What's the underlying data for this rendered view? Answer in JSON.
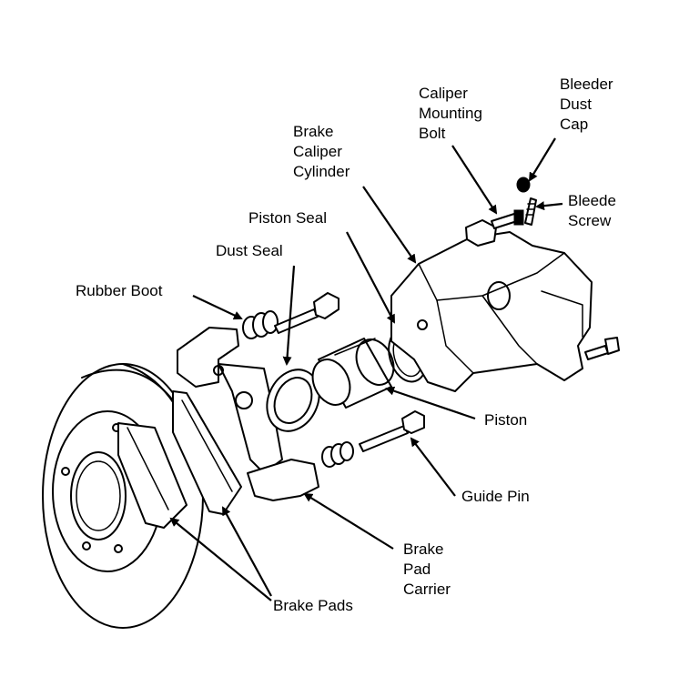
{
  "labels": {
    "bleeder_dust_cap": [
      "Bleeder",
      "Dust",
      "Cap"
    ],
    "caliper_mounting_bolt": [
      "Caliper",
      "Mounting",
      "Bolt"
    ],
    "brake_caliper_cylinder": [
      "Brake",
      "Caliper",
      "Cylinder"
    ],
    "bleeder_screw": [
      "Bleede",
      "Screw"
    ],
    "piston_seal": "Piston Seal",
    "dust_seal": "Dust Seal",
    "rubber_boot": "Rubber Boot",
    "piston": "Piston",
    "guide_pin": "Guide Pin",
    "brake_pad_carrier": [
      "Brake",
      "Pad",
      "Carrier"
    ],
    "brake_pads": "Brake Pads"
  }
}
